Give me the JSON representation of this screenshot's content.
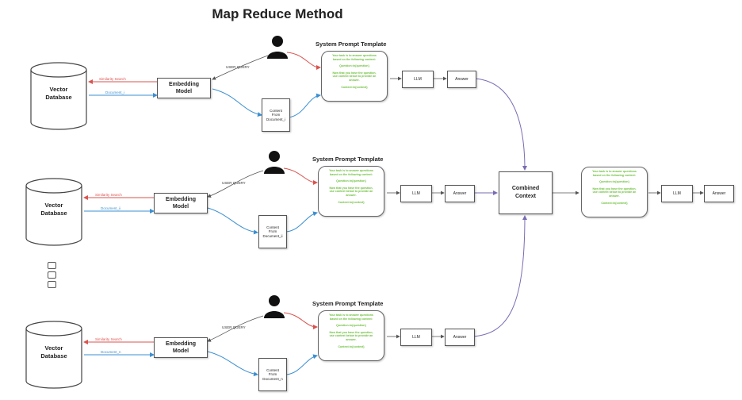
{
  "title": "Map Reduce Method",
  "vector_db": {
    "line1": "Vector",
    "line2": "Database"
  },
  "embedding_model": {
    "line1": "Embedding",
    "line2": "Model"
  },
  "labels": {
    "similarity_search": "Similarity Search",
    "user_query": "USER QUERY"
  },
  "template": {
    "title": "System Prompt Template",
    "line1": "Your task is to answer questions",
    "line2": "based on the following context:",
    "line3": "Question:\\n{question}",
    "line4": "Now that you have the question,",
    "line5": "use context below to provide an",
    "line6": "answer.",
    "line7": "Context:\\n{context}"
  },
  "llm": "LLM",
  "answer": "Answer",
  "combined": {
    "line1": "Combined",
    "line2": "Context"
  },
  "rows": [
    {
      "document": "Document_i",
      "content1": "Content",
      "content2": "From",
      "content3": "Document_i"
    },
    {
      "document": "Document_ii",
      "content1": "Content",
      "content2": "From",
      "content3": "Document_ii"
    },
    {
      "document": "Document_n",
      "content1": "Content",
      "content2": "From",
      "content3": "Document_n"
    }
  ],
  "colors": {
    "similarity": "#d9534f",
    "document": "#3b8fd1",
    "flow": "#7a6bb3",
    "template_text": "#6bbf3a"
  }
}
